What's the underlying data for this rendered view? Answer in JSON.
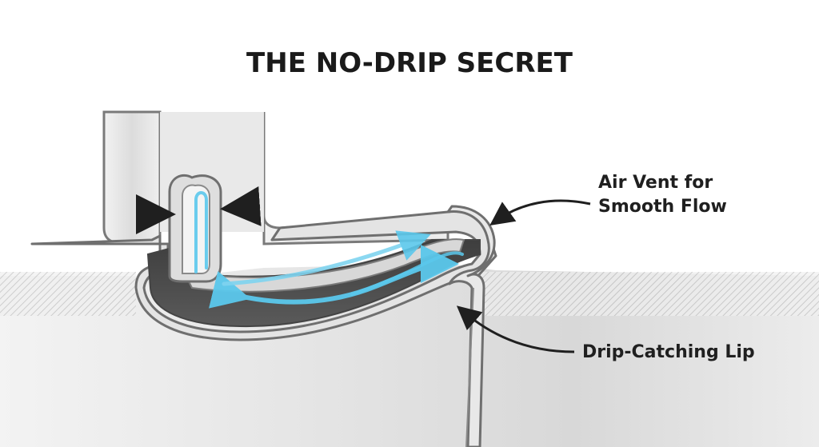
{
  "title": "THE NO-DRIP SECRET",
  "callouts": {
    "air_vent": {
      "line1": "Air Vent for",
      "line2": "Smooth Flow"
    },
    "drip_lip": {
      "text": "Drip-Catching Lip"
    }
  },
  "colors": {
    "flow_arrow": "#5bc8ec",
    "metal_light": "#eeeeee",
    "metal_mid": "#cfcfcf",
    "cavity_dark": "#4a4a4a",
    "outline": "#6f6f6f",
    "ink": "#1f1f1f"
  }
}
